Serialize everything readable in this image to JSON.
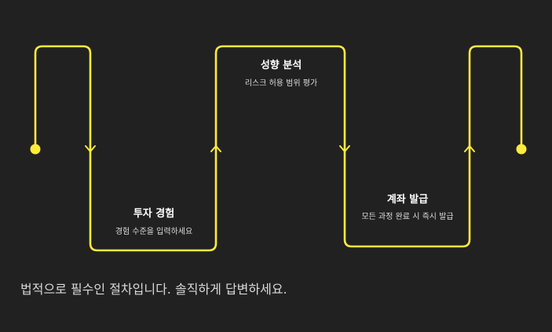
{
  "colors": {
    "background": "#212121",
    "accent": "#ffeb3b",
    "text": "#ffffff",
    "muted_text": "#dddddd"
  },
  "steps": [
    {
      "title": "투자 경험",
      "description": "경험 수준을 입력하세요"
    },
    {
      "title": "성향 분석",
      "description": "리스크 허용 범위 평가"
    },
    {
      "title": "계좌 발급",
      "description": "모든 과정 완료 시 즉시 발급"
    }
  ],
  "footnote": "법적으로 필수인 절차입니다. 솔직하게 답변하세요."
}
